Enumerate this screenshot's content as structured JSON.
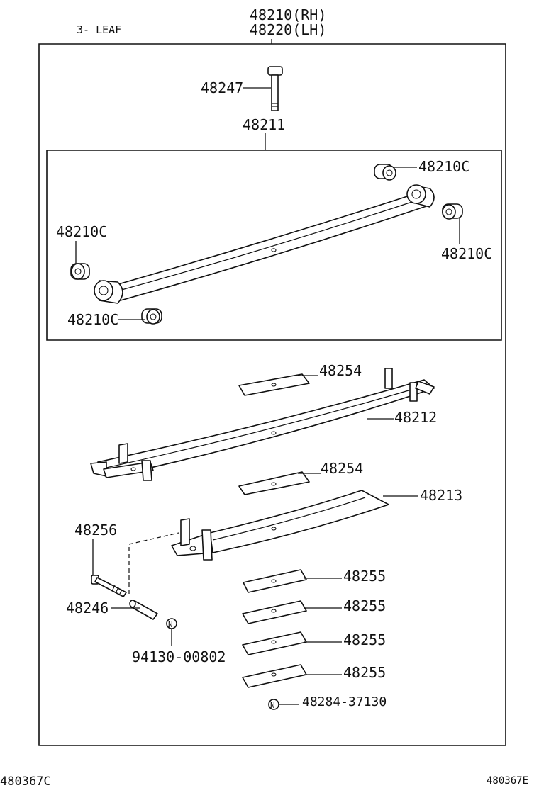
{
  "header": {
    "variant": "3- LEAF",
    "assembly_rh": "48210(RH)",
    "assembly_lh": "48220(LH)"
  },
  "callouts": {
    "bolt_48247": "48247",
    "leaf_assy_48211": "48211",
    "bushing_top_right": "48210C",
    "bushing_right": "48210C",
    "bushing_left": "48210C",
    "bushing_bottom": "48210C",
    "pad_upper": "48254",
    "leaf_48212": "48212",
    "pad_middle": "48254",
    "leaf_48213": "48213",
    "center_bolt": "48256",
    "pin_48246": "48246",
    "nut_part": "94130-00802",
    "liner_1": "48255",
    "liner_2": "48255",
    "liner_3": "48255",
    "liner_4": "48255",
    "nut_part_2": "48284-37130",
    "nut_symbol_1": "N",
    "nut_symbol_2": "N"
  },
  "footer": {
    "left_code": "480367C",
    "right_code": "480367E"
  }
}
